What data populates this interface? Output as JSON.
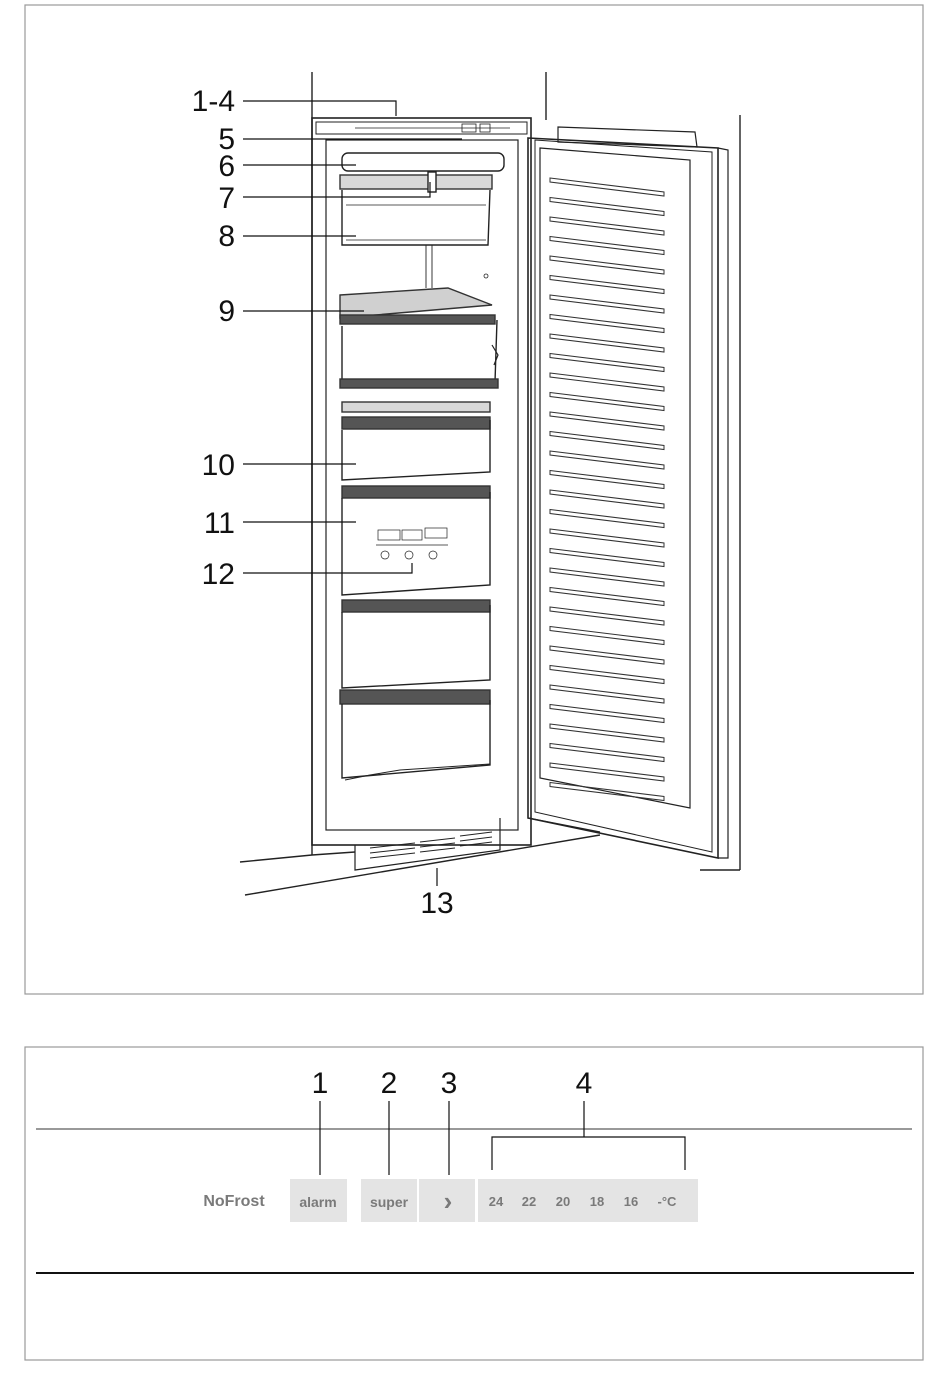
{
  "colors": {
    "ink": "#111111",
    "panel_key": "#e4e4e4",
    "panel_text": "#7a7a7a",
    "frame": "#9a9a9a",
    "drawer_edge": "#555555"
  },
  "figure_top": {
    "callouts": [
      "1-4",
      "5",
      "6",
      "7",
      "8",
      "9",
      "10",
      "11",
      "12",
      "13"
    ],
    "icons": [
      "freezer-icon"
    ]
  },
  "figure_bottom": {
    "callouts": [
      "1",
      "2",
      "3",
      "4"
    ],
    "brand": "NoFrost",
    "keys": {
      "alarm": "alarm",
      "super": "super",
      "arrow": "›"
    },
    "temps": [
      "24",
      "22",
      "20",
      "18",
      "16"
    ],
    "unit": "-°C"
  }
}
